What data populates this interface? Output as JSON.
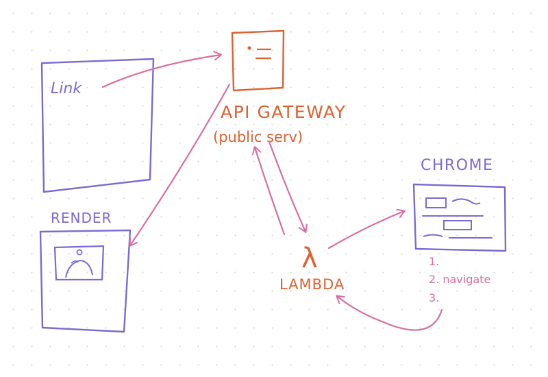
{
  "labels": {
    "link": "Link",
    "render": "RENDER",
    "api_gateway": "API GATEWAY",
    "api_gateway_sub": "(public serv)",
    "lambda_symbol": "λ",
    "lambda": "LAMBDA",
    "chrome": "CHROME",
    "steps": [
      "1.",
      "2. navigate",
      "3."
    ]
  },
  "colors": {
    "purple": "#7b6ad6",
    "orange": "#e0602f",
    "pink": "#dd6ca0"
  }
}
